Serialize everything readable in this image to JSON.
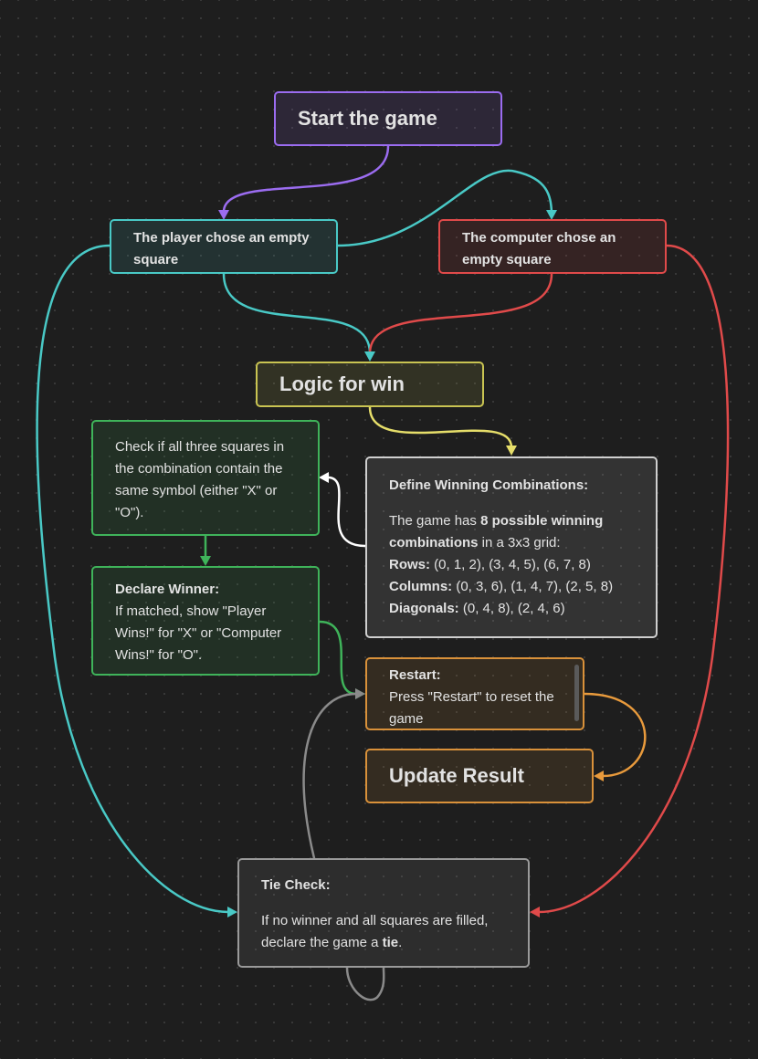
{
  "nodes": {
    "start": {
      "label": "Start the game",
      "color": "#9b6cf0"
    },
    "player": {
      "label": "The player chose an empty square",
      "color": "#49c9c6"
    },
    "computer": {
      "label": "The computer chose an empty square",
      "color": "#e04a4a"
    },
    "logic": {
      "label": "Logic for win",
      "color": "#c9c452"
    },
    "check": {
      "text": "Check if all three squares in the combination contain the same symbol (either \"X\" or \"O\").",
      "color": "#3fb35a"
    },
    "define": {
      "title": "Define Winning Combinations:",
      "intro_pre": "The game has ",
      "intro_bold": "8 possible winning combinations",
      "intro_post": " in a 3x3 grid:",
      "rows_label": "Rows:",
      "rows_value": " (0, 1, 2), (3, 4, 5), (6, 7, 8)",
      "columns_label": "Columns:",
      "columns_value": " (0, 3, 6), (1, 4, 7), (2, 5, 8)",
      "diagonals_label": "Diagonals:",
      "diagonals_value": " (0, 4, 8), (2, 4, 6)",
      "color": "#cfcfcf"
    },
    "declare": {
      "title": "Declare Winner:",
      "text": "If matched, show \"Player Wins!\" for \"X\" or \"Computer Wins!\" for \"O\".",
      "color": "#3fb35a"
    },
    "restart": {
      "title": "Restart:",
      "text": "Press \"Restart\" to reset the game",
      "color": "#d9913a"
    },
    "update": {
      "label": "Update Result",
      "color": "#d9913a"
    },
    "tie": {
      "title": "Tie Check:",
      "text_pre": "If no winner and all squares are filled, declare the game a ",
      "text_bold": "tie",
      "text_post": ".",
      "color": "#9a9a9a"
    }
  },
  "edge_colors": {
    "start_to_player": "#9b6cf0",
    "player_to_computer": "#49c9c6",
    "player_to_logic": "#49c9c6",
    "computer_to_logic": "#e04a4a",
    "logic_to_define": "#e6de6a",
    "define_to_check": "#ffffff",
    "check_to_declare": "#3fb35a",
    "declare_to_restart": "#3fb35a",
    "restart_to_update": "#e89a3c",
    "player_to_tie": "#49c9c6",
    "computer_to_tie": "#e04a4a",
    "tie_to_restart": "#8a8a8a",
    "tie_loop": "#8a8a8a"
  }
}
